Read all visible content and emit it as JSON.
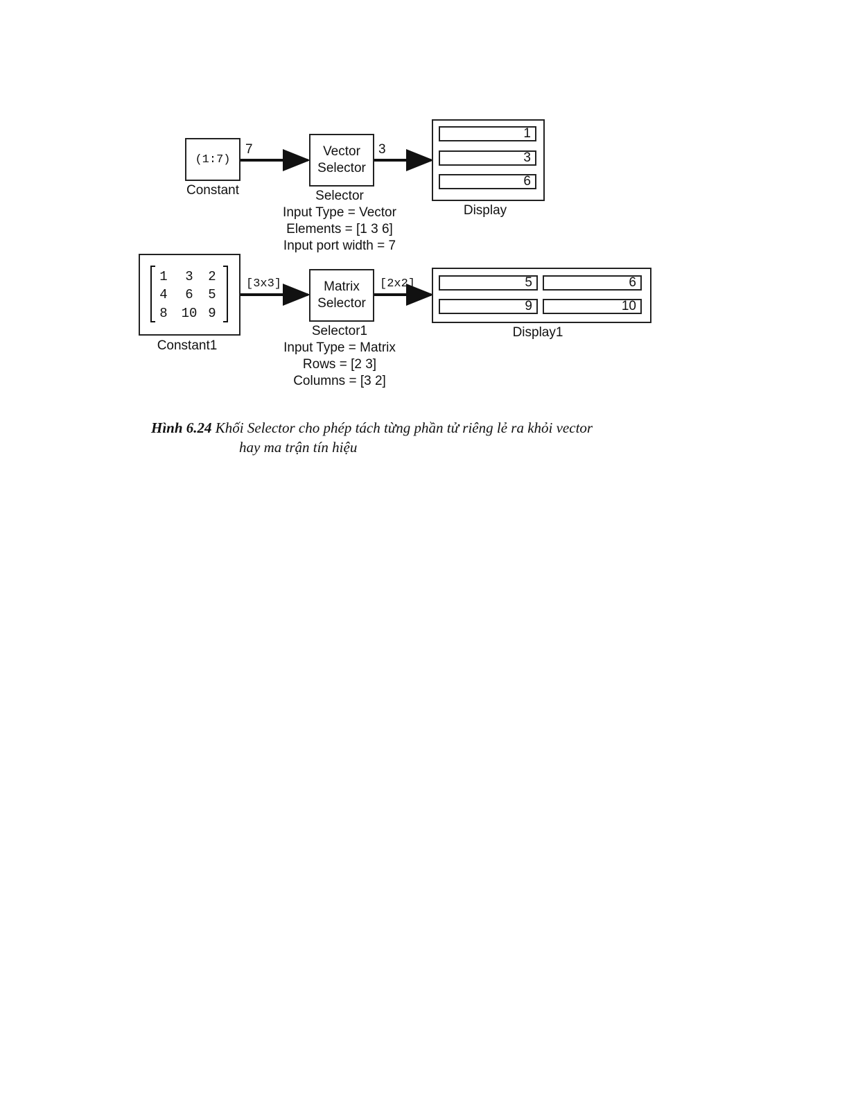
{
  "top_row": {
    "constant": {
      "value": "(1:7)",
      "name": "Constant"
    },
    "wire1_label": "7",
    "selector": {
      "line1": "Vector",
      "line2": "Selector",
      "name": "Selector",
      "params": [
        "Input Type = Vector",
        "Elements = [1 3 6]",
        "Input port width = 7"
      ]
    },
    "wire2_label": "3",
    "display": {
      "values": [
        "1",
        "3",
        "6"
      ],
      "name": "Display"
    }
  },
  "bottom_row": {
    "constant": {
      "matrix": [
        [
          "1",
          "3",
          "2"
        ],
        [
          "4",
          "6",
          "5"
        ],
        [
          "8",
          "10",
          "9"
        ]
      ],
      "name": "Constant1"
    },
    "wire1_label": "[3x3]",
    "selector": {
      "line1": "Matrix",
      "line2": "Selector",
      "name": "Selector1",
      "params": [
        "Input Type = Matrix",
        "Rows = [2 3]",
        "Columns = [3 2]"
      ]
    },
    "wire2_label": "[2x2]",
    "display": {
      "values": [
        [
          "5",
          "6"
        ],
        [
          "9",
          "10"
        ]
      ],
      "name": "Display1"
    }
  },
  "caption": {
    "number": "Hình 6.24",
    "text_line1": "Khối Selector cho phép tách từng phần tử riêng lẻ ra khỏi vector",
    "text_line2": "hay ma trận tín hiệu"
  }
}
